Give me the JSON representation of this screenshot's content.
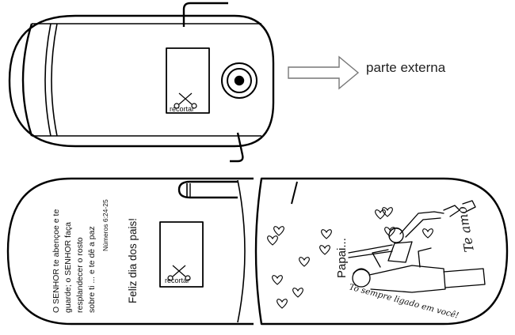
{
  "labels": {
    "outer_side": "parte externa",
    "cut_top": "recortar",
    "cut_bottom": "recortar"
  },
  "verse": {
    "line1": "O SENHOR te abençoe e te",
    "line2": "guarde; o SENHOR faça",
    "line3": "resplandecer o rosto",
    "line4": "sobre ti ... e te dê a paz",
    "reference": "Números 6:24-25"
  },
  "greeting": "Feliz dia dos pais!",
  "drawing": {
    "papai": "Papai...",
    "te_amo": "Te amo",
    "bottom_phrase": "To sempre ligado em você!"
  },
  "icons": [
    "scissors-icon",
    "heart-icon",
    "camera-lens-icon",
    "arrow-right-icon"
  ]
}
